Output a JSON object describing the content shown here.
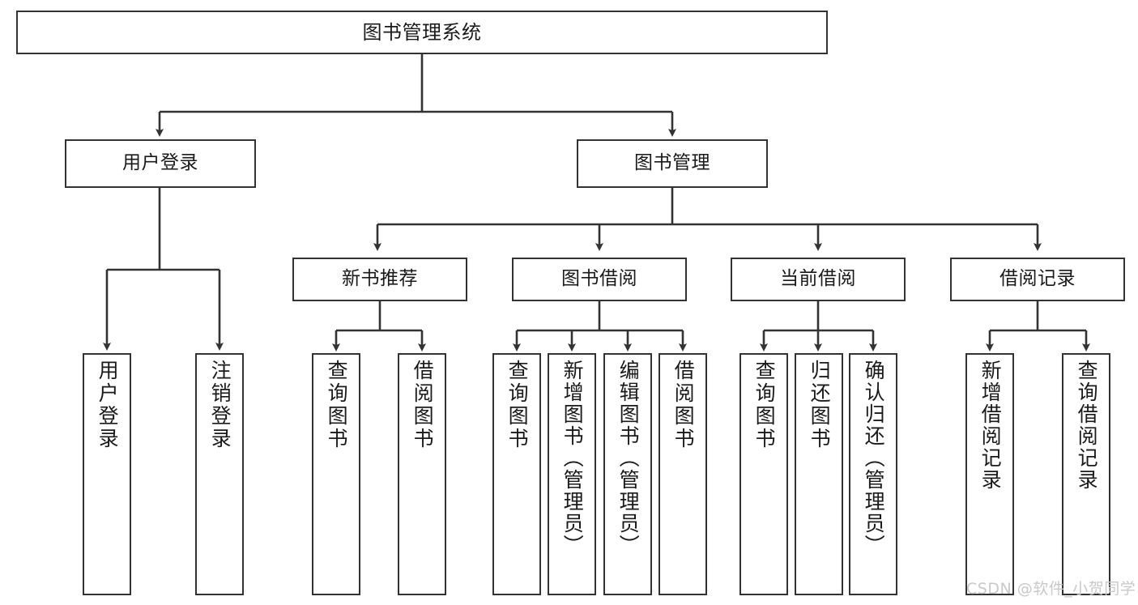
{
  "diagram": {
    "title": "图书管理系统",
    "type": "tree",
    "watermark": "CSDN @软件_小贺同学",
    "colors": {
      "node_border": "#333333",
      "node_fill": "#ffffff",
      "edge": "#333333",
      "text": "#1a1a1a",
      "watermark": "#c9c9c9",
      "background": "#ffffff"
    },
    "nodes": {
      "root": {
        "label": "图书管理系统"
      },
      "level1": [
        {
          "id": "user-login",
          "label": "用户登录"
        },
        {
          "id": "book-manage",
          "label": "图书管理"
        }
      ],
      "level2": [
        {
          "id": "new-book-recommend",
          "label": "新书推荐"
        },
        {
          "id": "book-borrow",
          "label": "图书借阅"
        },
        {
          "id": "current-borrow",
          "label": "当前借阅"
        },
        {
          "id": "borrow-record",
          "label": "借阅记录"
        }
      ],
      "leaves": {
        "user_login": [
          {
            "id": "leaf-user-login",
            "label": "用户登录"
          },
          {
            "id": "leaf-logout",
            "label": "注销登录"
          }
        ],
        "new_book_recommend": [
          {
            "id": "leaf-query-book-1",
            "label": "查询图书"
          },
          {
            "id": "leaf-borrow-book-1",
            "label": "借阅图书"
          }
        ],
        "book_borrow": [
          {
            "id": "leaf-query-book-2",
            "label": "查询图书"
          },
          {
            "id": "leaf-add-book",
            "label": "新增图书（管理员）"
          },
          {
            "id": "leaf-edit-book",
            "label": "编辑图书（管理员）"
          },
          {
            "id": "leaf-borrow-book-2",
            "label": "借阅图书"
          }
        ],
        "current_borrow": [
          {
            "id": "leaf-query-book-3",
            "label": "查询图书"
          },
          {
            "id": "leaf-return-book",
            "label": "归还图书"
          },
          {
            "id": "leaf-confirm-return",
            "label": "确认归还（管理员）"
          }
        ],
        "borrow_record": [
          {
            "id": "leaf-add-record",
            "label": "新增借阅记录"
          },
          {
            "id": "leaf-query-record",
            "label": "查询借阅记录"
          }
        ]
      }
    }
  }
}
